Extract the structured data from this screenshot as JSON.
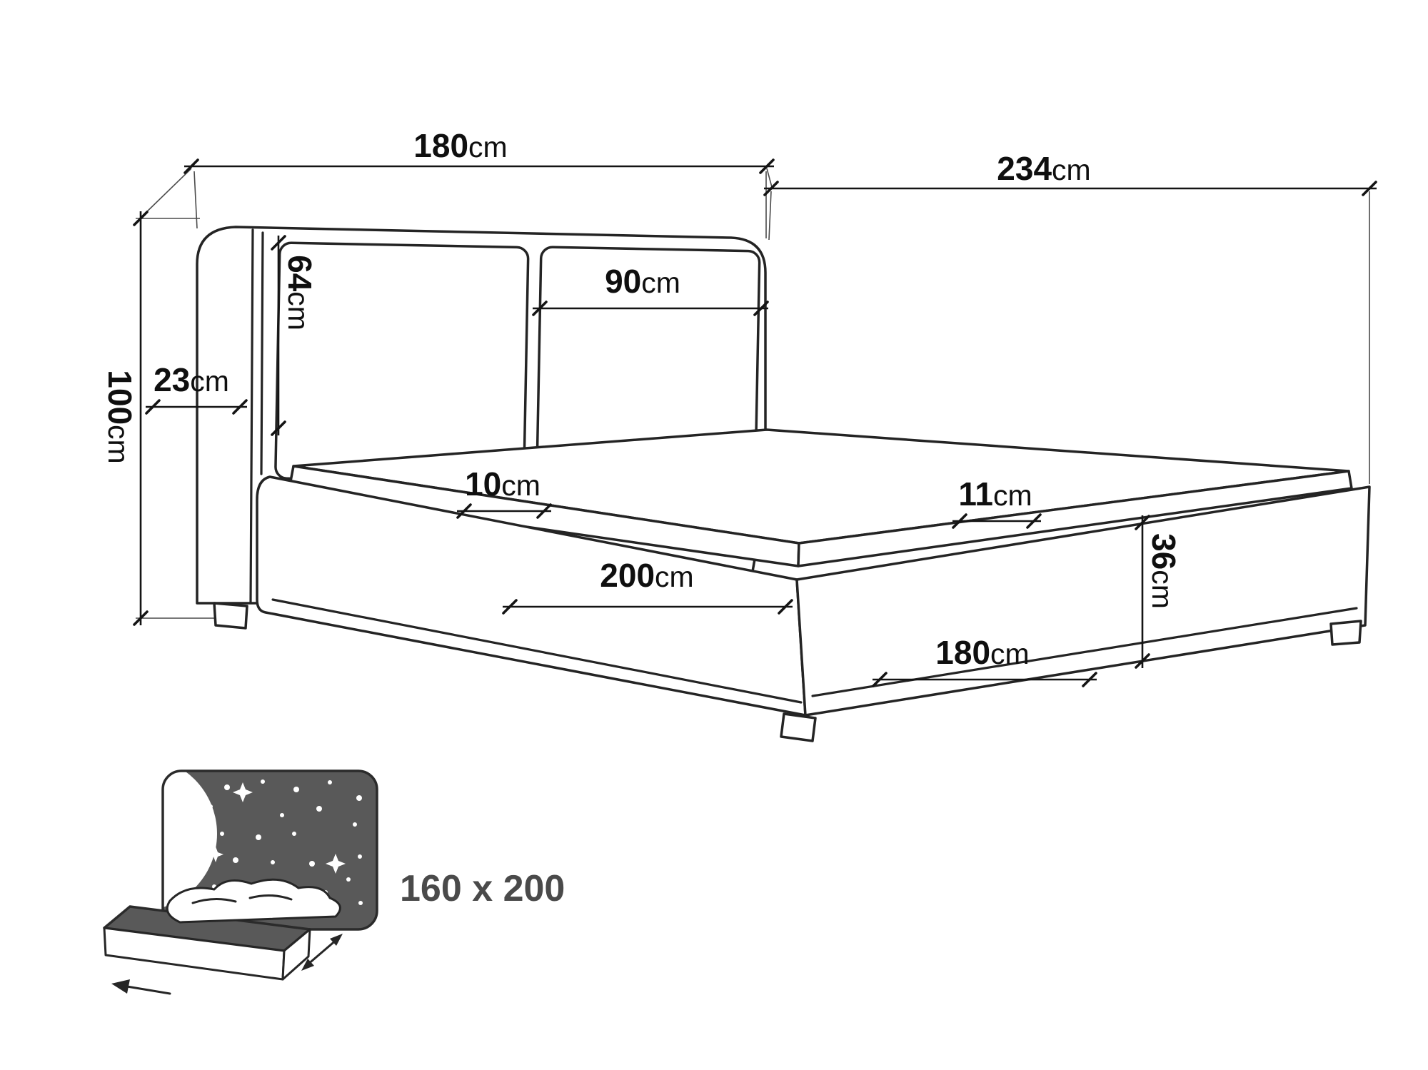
{
  "diagram": {
    "dimensions": {
      "headboard_width": {
        "value": "180",
        "unit": "cm"
      },
      "total_length": {
        "value": "234",
        "unit": "cm"
      },
      "total_height": {
        "value": "100",
        "unit": "cm"
      },
      "cushion_height": {
        "value": "64",
        "unit": "cm"
      },
      "side_wing_depth": {
        "value": "23",
        "unit": "cm"
      },
      "cushion_width": {
        "value": "90",
        "unit": "cm"
      },
      "rim_head_side": {
        "value": "10",
        "unit": "cm"
      },
      "rim_foot_side": {
        "value": "11",
        "unit": "cm"
      },
      "frame_inner_length": {
        "value": "200",
        "unit": "cm"
      },
      "frame_height": {
        "value": "36",
        "unit": "cm"
      },
      "frame_width": {
        "value": "180",
        "unit": "cm"
      }
    },
    "mattress_size": "160 x 200"
  }
}
